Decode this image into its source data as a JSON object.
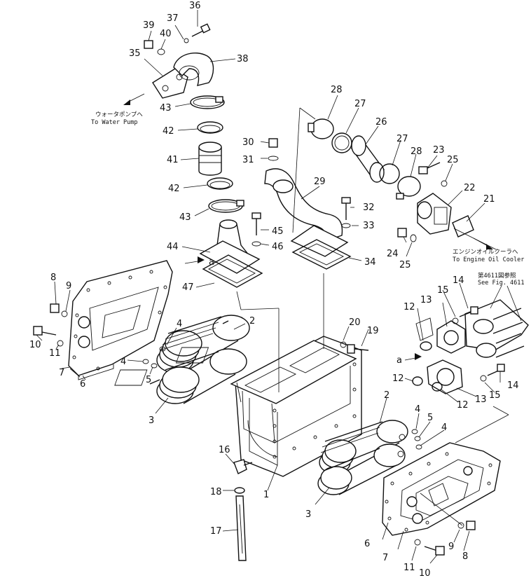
{
  "callouts": [
    {
      "id": "c36",
      "text": "36"
    },
    {
      "id": "c37",
      "text": "37"
    },
    {
      "id": "c39",
      "text": "39"
    },
    {
      "id": "c40",
      "text": "40"
    },
    {
      "id": "c35",
      "text": "35"
    },
    {
      "id": "c38",
      "text": "38"
    },
    {
      "id": "c43a",
      "text": "43"
    },
    {
      "id": "c42a",
      "text": "42"
    },
    {
      "id": "c41",
      "text": "41"
    },
    {
      "id": "c42b",
      "text": "42"
    },
    {
      "id": "c43b",
      "text": "43"
    },
    {
      "id": "c44",
      "text": "44"
    },
    {
      "id": "c47",
      "text": "47"
    },
    {
      "id": "c45",
      "text": "45"
    },
    {
      "id": "c46",
      "text": "46"
    },
    {
      "id": "c30",
      "text": "30"
    },
    {
      "id": "c31",
      "text": "31"
    },
    {
      "id": "c29",
      "text": "29"
    },
    {
      "id": "c28a",
      "text": "28"
    },
    {
      "id": "c27a",
      "text": "27"
    },
    {
      "id": "c26",
      "text": "26"
    },
    {
      "id": "c27b",
      "text": "27"
    },
    {
      "id": "c28b",
      "text": "28"
    },
    {
      "id": "c23",
      "text": "23"
    },
    {
      "id": "c25a",
      "text": "25"
    },
    {
      "id": "c22",
      "text": "22"
    },
    {
      "id": "c21",
      "text": "21"
    },
    {
      "id": "c32",
      "text": "32"
    },
    {
      "id": "c33",
      "text": "33"
    },
    {
      "id": "c34",
      "text": "34"
    },
    {
      "id": "c24",
      "text": "24"
    },
    {
      "id": "c25b",
      "text": "25"
    },
    {
      "id": "c8a",
      "text": "8"
    },
    {
      "id": "c9a",
      "text": "9"
    },
    {
      "id": "c10a",
      "text": "10"
    },
    {
      "id": "c11a",
      "text": "11"
    },
    {
      "id": "c7a",
      "text": "7"
    },
    {
      "id": "c6a",
      "text": "6"
    },
    {
      "id": "c2a",
      "text": "2"
    },
    {
      "id": "c4a",
      "text": "4"
    },
    {
      "id": "c4b",
      "text": "4"
    },
    {
      "id": "c5a",
      "text": "5"
    },
    {
      "id": "c3a",
      "text": "3"
    },
    {
      "id": "c20",
      "text": "20"
    },
    {
      "id": "c19",
      "text": "19"
    },
    {
      "id": "c14a",
      "text": "14"
    },
    {
      "id": "c15a",
      "text": "15"
    },
    {
      "id": "c13a",
      "text": "13"
    },
    {
      "id": "c12a",
      "text": "12"
    },
    {
      "id": "c12b",
      "text": "12"
    },
    {
      "id": "c12c",
      "text": "12"
    },
    {
      "id": "c13b",
      "text": "13"
    },
    {
      "id": "c15b",
      "text": "15"
    },
    {
      "id": "c14b",
      "text": "14"
    },
    {
      "id": "c16",
      "text": "16"
    },
    {
      "id": "c18",
      "text": "18"
    },
    {
      "id": "c17",
      "text": "17"
    },
    {
      "id": "c1",
      "text": "1"
    },
    {
      "id": "c2b",
      "text": "2"
    },
    {
      "id": "c4c",
      "text": "4"
    },
    {
      "id": "c5b",
      "text": "5"
    },
    {
      "id": "c4d",
      "text": "4"
    },
    {
      "id": "c3b",
      "text": "3"
    },
    {
      "id": "c6b",
      "text": "6"
    },
    {
      "id": "c7b",
      "text": "7"
    },
    {
      "id": "c9b",
      "text": "9"
    },
    {
      "id": "c8b",
      "text": "8"
    },
    {
      "id": "c11b",
      "text": "11"
    },
    {
      "id": "c10b",
      "text": "10"
    }
  ],
  "reference_marks": {
    "a_left": "a",
    "a_right": "a"
  },
  "notes": {
    "water_pump_jp": "ウォータポンプへ",
    "water_pump_en": "To Water Pump",
    "oil_cooler_jp": "エンジンオイルクーラへ",
    "oil_cooler_en": "To Engine Oil Cooler",
    "see_fig_jp": "第4611図参照",
    "see_fig_en": "See Fig. 4611"
  }
}
